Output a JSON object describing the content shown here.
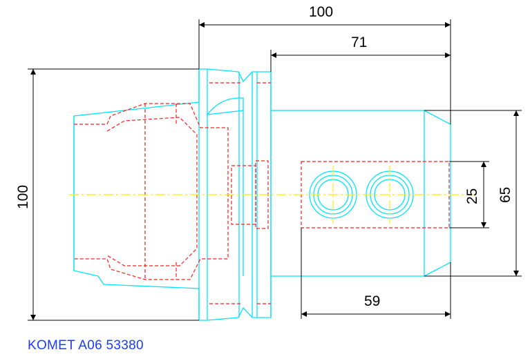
{
  "colors": {
    "outline": "#00e5ff",
    "hidden": "#ff1a1a",
    "center": "#ffee00",
    "dimension": "#000000",
    "caption": "#1a3aff",
    "background": "#ffffff"
  },
  "dimensions": {
    "overall_length": "100",
    "shank_length": "71",
    "flange_diameter": "100",
    "shank_width": "65",
    "hole_spacing": "25",
    "clamp_length": "59"
  },
  "caption": "KOMET A06 53380"
}
